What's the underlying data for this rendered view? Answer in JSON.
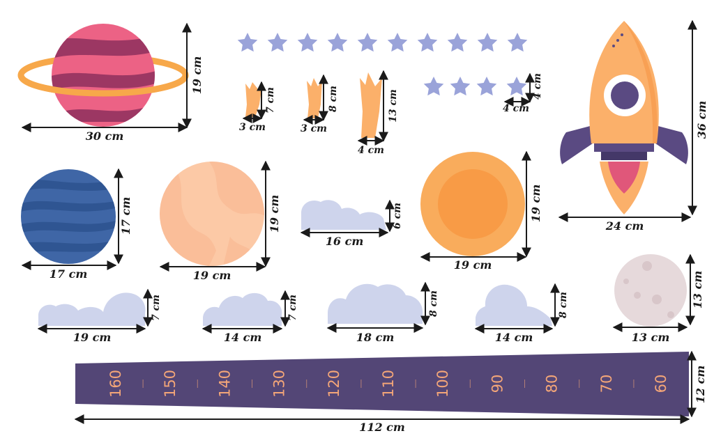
{
  "colors": {
    "planet_ring": "#f7a84a",
    "planet_pink": "#ec6285",
    "planet_stripe": "#9c3763",
    "planet_blue": "#3f66a6",
    "planet_blue_stripe": "#2f5592",
    "planet_peach": "#fcc9a6",
    "planet_peach_stripe": "#f7b58e",
    "sun_outer": "#f9ac5c",
    "sun_inner": "#f89b46",
    "moon": "#e6d9db",
    "moon_crater": "#d8c6c9",
    "cloud": "#ced4ec",
    "star": "#9aa3d9",
    "rocket_body": "#fbb06a",
    "rocket_dark": "#5a4a82",
    "rocket_window": "#ffffff",
    "flame_outer": "#fbb06a",
    "flame_inner": "#e0577a",
    "ruler": "#534676",
    "ruler_text": "#f4a678",
    "dim_line": "#1a1a1a"
  },
  "icons": [
    "ringed-planet-icon",
    "star-icon",
    "flame-icon",
    "rocket-icon",
    "planet-icon",
    "sun-icon",
    "moon-icon",
    "cloud-icon",
    "height-ruler-icon"
  ],
  "labels": {
    "ringed_planet_width": "30 cm",
    "ringed_planet_height": "19 cm",
    "flame1_width": "3 cm",
    "flame1_height": "7 cm",
    "flame2_width": "3 cm",
    "flame2_height": "8 cm",
    "flame3_width": "4 cm",
    "flame3_height": "13 cm",
    "star_width": "4 cm",
    "star_height": "4 cm",
    "rocket_width": "24 cm",
    "rocket_height": "36 cm",
    "blue_planet_width": "17 cm",
    "blue_planet_height": "17 cm",
    "peach_planet_width": "19 cm",
    "peach_planet_height": "19 cm",
    "small_cloud_width": "16 cm",
    "small_cloud_height": "6 cm",
    "sun_width": "19 cm",
    "sun_height": "19 cm",
    "cloud1_width": "19 cm",
    "cloud1_height": "7 cm",
    "cloud2_width": "14 cm",
    "cloud2_height": "7 cm",
    "cloud3_width": "18 cm",
    "cloud3_height": "8 cm",
    "cloud4_width": "14 cm",
    "cloud4_height": "8 cm",
    "moon_width": "13 cm",
    "moon_height": "13 cm",
    "ruler_width": "112 cm",
    "ruler_height": "12 cm"
  },
  "ruler_marks": [
    "160",
    "150",
    "140",
    "130",
    "120",
    "110",
    "100",
    "90",
    "80",
    "70",
    "60"
  ]
}
